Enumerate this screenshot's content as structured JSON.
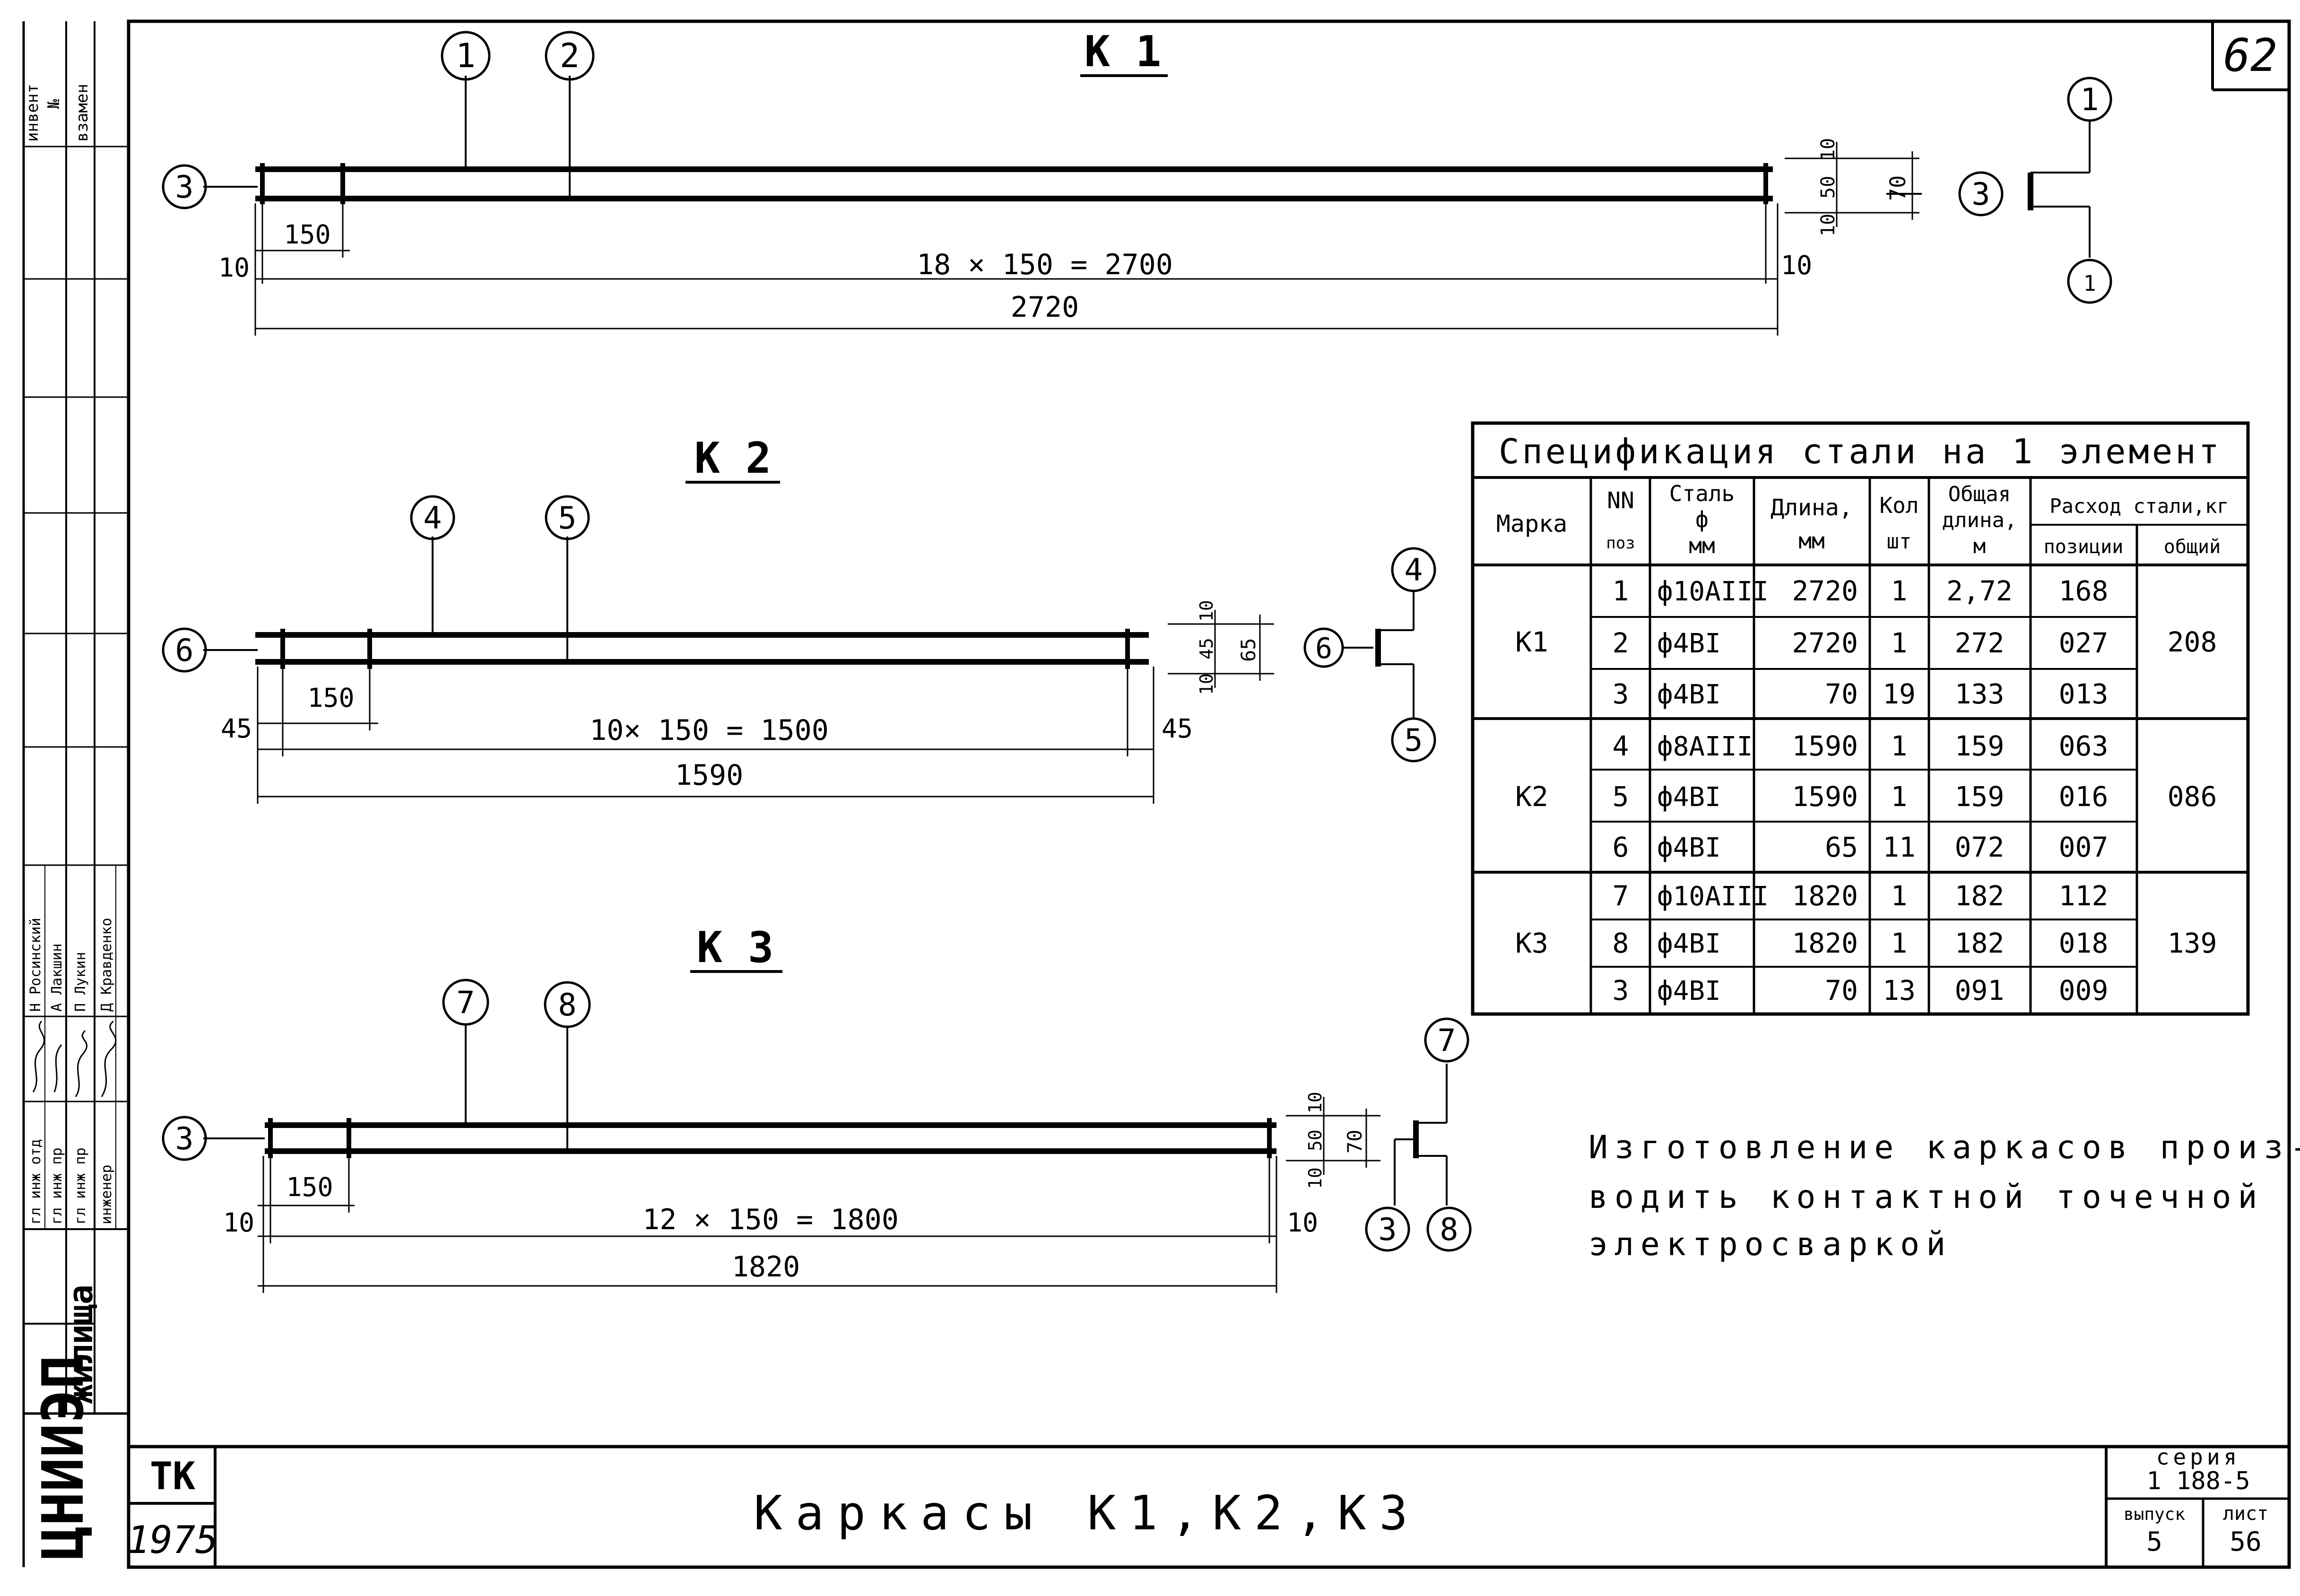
{
  "sheet_number": "62",
  "drawings": {
    "k1": {
      "title": "К 1",
      "callouts": {
        "top_left": "1",
        "top_right": "2",
        "left": "3",
        "section_top": "1",
        "section_bottom": "1",
        "section_left": "3"
      },
      "dims": {
        "step": "150",
        "left": "10",
        "right": "10",
        "pitch": "18 × 150 = 2700",
        "total": "2720",
        "sec_a": "10",
        "sec_b": "50",
        "sec_c": "10",
        "sec_h": "70"
      }
    },
    "k2": {
      "title": "К 2",
      "callouts": {
        "top_left": "4",
        "top_right": "5",
        "left": "6",
        "section_top": "4",
        "section_bottom": "5",
        "section_left": "6"
      },
      "dims": {
        "step": "150",
        "left": "45",
        "right": "45",
        "pitch": "10× 150 = 1500",
        "total": "1590",
        "sec_a": "10",
        "sec_b": "45",
        "sec_c": "10",
        "sec_h": "65"
      }
    },
    "k3": {
      "title": "К 3",
      "callouts": {
        "top_left": "7",
        "top_right": "8",
        "left": "3",
        "section_top": "7",
        "section_bottom_left": "3",
        "section_bottom_right": "8"
      },
      "dims": {
        "step": "150",
        "left": "10",
        "right": "10",
        "pitch": "12 × 150 = 1800",
        "total": "1820",
        "sec_a": "10",
        "sec_b": "50",
        "sec_c": "10",
        "sec_h": "70"
      }
    }
  },
  "spec_table": {
    "title": "Спецификация стали на 1 элемент",
    "headers": {
      "marka": "Марка",
      "nn": "NN",
      "nn_sub": "поз",
      "steel": "Сталь",
      "steel_sub1": "ф",
      "steel_sub2": "мм",
      "length": "Длина,",
      "length_sub": "мм",
      "qty": "Кол",
      "qty_sub": "шт",
      "total_len": "Общая",
      "total_len_sub1": "длина,",
      "total_len_sub2": "м",
      "consumption": "Расход стали,кг",
      "by_pos": "позиции",
      "overall": "общий"
    },
    "groups": [
      {
        "marka": "К1",
        "total": "208",
        "rows": [
          {
            "pos": "1",
            "steel": "ф10АIII",
            "length": "2720",
            "qty": "1",
            "total_len": "2,72",
            "weight": "168"
          },
          {
            "pos": "2",
            "steel": "ф4ВI",
            "length": "2720",
            "qty": "1",
            "total_len": "272",
            "weight": "027"
          },
          {
            "pos": "3",
            "steel": "ф4ВI",
            "length": "70",
            "qty": "19",
            "total_len": "133",
            "weight": "013"
          }
        ]
      },
      {
        "marka": "К2",
        "total": "086",
        "rows": [
          {
            "pos": "4",
            "steel": "ф8АIII",
            "length": "1590",
            "qty": "1",
            "total_len": "159",
            "weight": "063"
          },
          {
            "pos": "5",
            "steel": "ф4ВI",
            "length": "1590",
            "qty": "1",
            "total_len": "159",
            "weight": "016"
          },
          {
            "pos": "6",
            "steel": "ф4ВI",
            "length": "65",
            "qty": "11",
            "total_len": "072",
            "weight": "007"
          }
        ]
      },
      {
        "marka": "К3",
        "total": "139",
        "rows": [
          {
            "pos": "7",
            "steel": "ф10АIII",
            "length": "1820",
            "qty": "1",
            "total_len": "182",
            "weight": "112"
          },
          {
            "pos": "8",
            "steel": "ф4ВI",
            "length": "1820",
            "qty": "1",
            "total_len": "182",
            "weight": "018"
          },
          {
            "pos": "3",
            "steel": "ф4ВI",
            "length": "70",
            "qty": "13",
            "total_len": "091",
            "weight": "009"
          }
        ]
      }
    ]
  },
  "note": {
    "line1": "Изготовление каркасов произ-",
    "line2": "водить контактной точечной",
    "line3": "электросваркой"
  },
  "left_strip": {
    "top": [
      "инвент",
      "№",
      "взамен"
    ],
    "roles": [
      "гл инж отд",
      "гл инж пр",
      "гл инж пр",
      "инженер"
    ],
    "names": [
      "Н Росинский",
      "А Лакшин",
      "П Лукин",
      "Д Кравденко"
    ],
    "org": "ЦНИИЭП",
    "org2": "жилища"
  },
  "title_block": {
    "tk": "ТК",
    "year": "1975",
    "title": "Каркасы К1,К2,К3",
    "series_label": "серия",
    "series_value": "1 188-5",
    "issue_label": "выпуск",
    "issue_value": "5",
    "sheet_label": "лист",
    "sheet_value": "56"
  }
}
